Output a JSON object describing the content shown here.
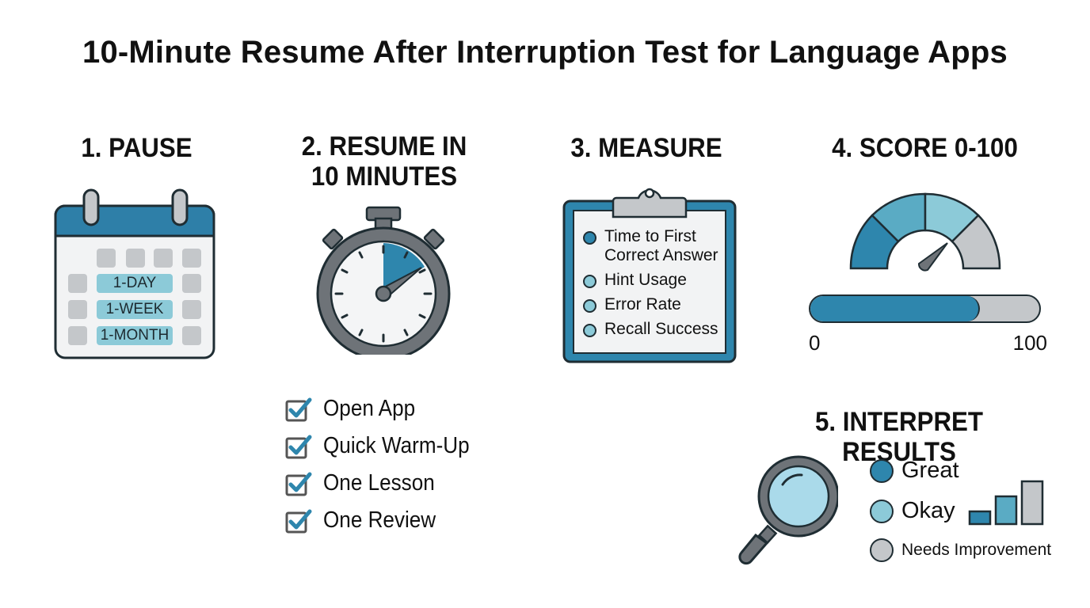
{
  "title": "10-Minute Resume After Interruption Test for Language Apps",
  "colors": {
    "dark_blue": "#2e86ad",
    "mid_blue": "#5aabc4",
    "light_blue": "#8ccad8",
    "pale_blue": "#a9d9e6",
    "gray": "#c4c7ca",
    "dark_gray": "#6e7378",
    "outline": "#1f2d33"
  },
  "steps": {
    "pause": {
      "heading": "1. PAUSE",
      "intervals": [
        "1-DAY",
        "1-WEEK",
        "1-MONTH"
      ]
    },
    "resume": {
      "heading_line1": "2. RESUME IN",
      "heading_line2": "10 MINUTES",
      "timer_elapsed_minutes": 10,
      "checklist": [
        {
          "label": "Open App",
          "checked": true
        },
        {
          "label": "Quick Warm-Up",
          "checked": true
        },
        {
          "label": "One Lesson",
          "checked": true
        },
        {
          "label": "One Review",
          "checked": true
        }
      ]
    },
    "measure": {
      "heading": "3. MEASURE",
      "metrics": [
        {
          "label": "Time to First Correct Answer",
          "color": "#2e86ad"
        },
        {
          "label": "Hint Usage",
          "color": "#8ccad8"
        },
        {
          "label": "Error Rate",
          "color": "#8ccad8"
        },
        {
          "label": "Recall Success",
          "color": "#8ccad8"
        }
      ]
    },
    "score": {
      "heading": "4. SCORE 0-100",
      "bar_min_label": "0",
      "bar_max_label": "100",
      "bar_fill_percent": 74
    },
    "interpret": {
      "heading": "5. INTERPRET RESULTS",
      "legend": [
        {
          "label": "Great",
          "color": "#2e86ad"
        },
        {
          "label": "Okay",
          "color": "#8ccad8"
        },
        {
          "label": "Needs Improvement",
          "color": "#c4c7ca"
        }
      ]
    }
  }
}
